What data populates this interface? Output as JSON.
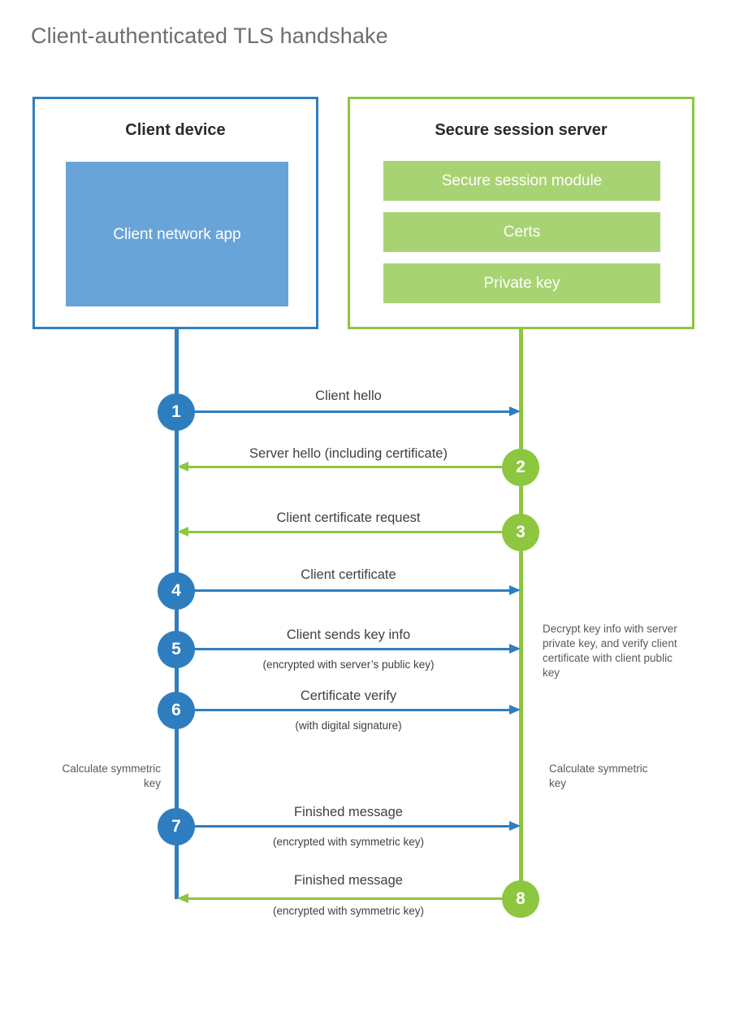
{
  "title": "Client-authenticated TLS handshake",
  "parties": {
    "client": {
      "title": "Client device",
      "app_label": "Client network app",
      "accent": "#2E7EBF",
      "app_fill": "#68A4D8"
    },
    "server": {
      "title": "Secure session server",
      "accent": "#8DC63F",
      "bar_fill": "#A8D373",
      "components": [
        "Secure session module",
        "Certs",
        "Private key"
      ]
    }
  },
  "steps": [
    {
      "number": "1",
      "direction": "client-to-server",
      "label": "Client hello",
      "sub": "",
      "color": "#2E7EBF"
    },
    {
      "number": "2",
      "direction": "server-to-client",
      "label": "Server hello (including certificate)",
      "sub": "",
      "color": "#8DC63F"
    },
    {
      "number": "3",
      "direction": "server-to-client",
      "label": "Client certificate request",
      "sub": "",
      "color": "#8DC63F"
    },
    {
      "number": "4",
      "direction": "client-to-server",
      "label": "Client certificate",
      "sub": "",
      "color": "#2E7EBF"
    },
    {
      "number": "5",
      "direction": "client-to-server",
      "label": "Client sends key info",
      "sub": "(encrypted with server’s public key)",
      "color": "#2E7EBF"
    },
    {
      "number": "6",
      "direction": "client-to-server",
      "label": "Certificate verify",
      "sub": "(with digital signature)",
      "color": "#2E7EBF"
    },
    {
      "number": "7",
      "direction": "client-to-server",
      "label": "Finished message",
      "sub": "(encrypted with symmetric key)",
      "color": "#2E7EBF"
    },
    {
      "number": "8",
      "direction": "server-to-client",
      "label": "Finished message",
      "sub": "(encrypted with symmetric key)",
      "color": "#8DC63F"
    }
  ],
  "annotations": {
    "server_decrypt": "Decrypt key info with server private key, and verify client certificate with client public key",
    "client_calculate": "Calculate symmetric key",
    "server_calculate": "Calculate symmetric key"
  }
}
